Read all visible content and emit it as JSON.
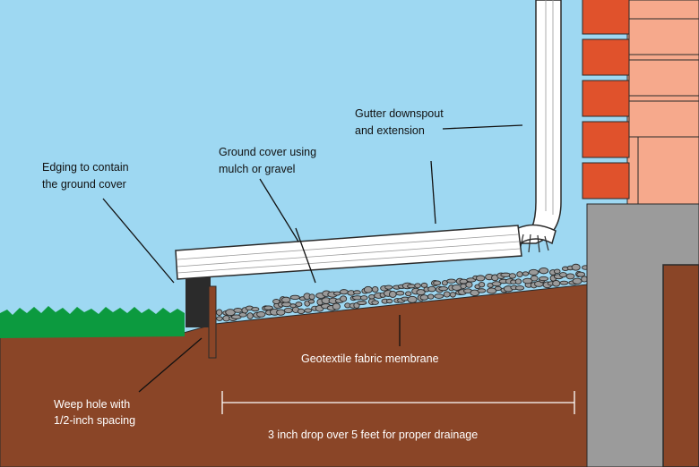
{
  "labels": {
    "edging_line1": "Edging to contain",
    "edging_line2": "the ground cover",
    "ground_cover_line1": "Ground cover using",
    "ground_cover_line2": "mulch or gravel",
    "gutter_line1": "Gutter downspout",
    "gutter_line2": "and extension",
    "geotextile": "Geotextile fabric membrane",
    "weep_line1": "Weep hole with",
    "weep_line2": "1/2-inch spacing",
    "drop": "3 inch drop over 5 feet for proper drainage"
  },
  "colors": {
    "sky": "#9ed8f2",
    "soil": "#8a4527",
    "grass": "#0c9a3f",
    "brick": "#e0522c",
    "brick_light": "#f6a98c",
    "foundation": "#9b9b9b",
    "basement": "#8a4527",
    "pipe": "#ffffff",
    "edging": "#2b2b2b",
    "stake": "#8a4527",
    "label_text": "#ffffff",
    "stone_fill": "#9a9a9a",
    "stone_outline": "#2a2a2a"
  }
}
